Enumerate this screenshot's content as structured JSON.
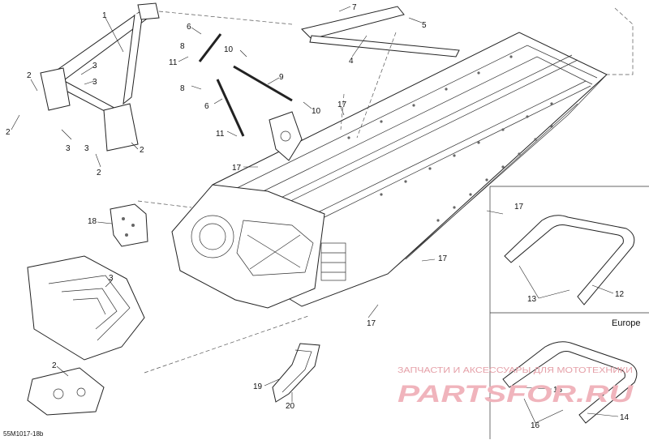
{
  "diagram": {
    "doc_code": "55M1017-18b",
    "region_label": "Europe",
    "callouts": [
      "1",
      "2",
      "3",
      "4",
      "5",
      "6",
      "7",
      "8",
      "9",
      "10",
      "11",
      "12",
      "13",
      "14",
      "15",
      "16",
      "17",
      "18",
      "19",
      "20"
    ]
  },
  "watermark": {
    "text": "ЗАПЧАСТИ И АКСЕССУАРЫ ДЛЯ МОТОТЕХНИКИ",
    "logo": "PARTSFOR.RU"
  }
}
